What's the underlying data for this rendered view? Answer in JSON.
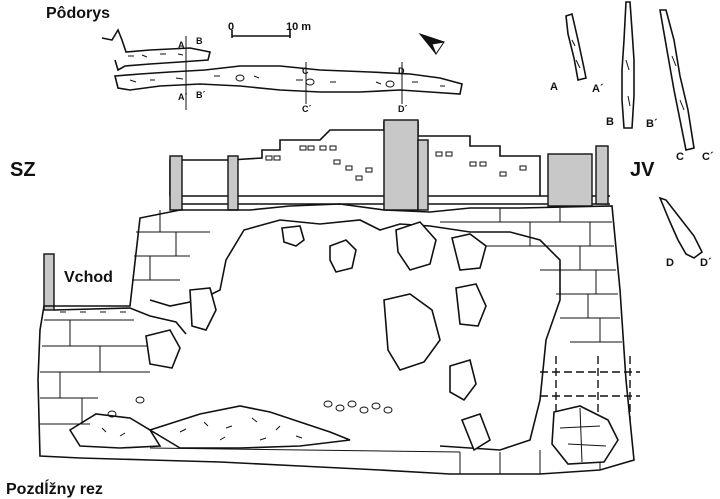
{
  "labels": {
    "plan_title": "Pôdorys",
    "section_title": "Pozdĺžny rez",
    "nw": "SZ",
    "se": "JV",
    "entrance": "Vchod",
    "scale_start": "0",
    "scale_end": "10 m",
    "cross_a": "A",
    "cross_a2": "A´",
    "cross_b": "B",
    "cross_b2": "B´",
    "cross_c": "C",
    "cross_c2": "C´",
    "cross_d": "D",
    "cross_d2": "D´"
  },
  "icons": {
    "north_arrow": "north-arrow-icon"
  }
}
